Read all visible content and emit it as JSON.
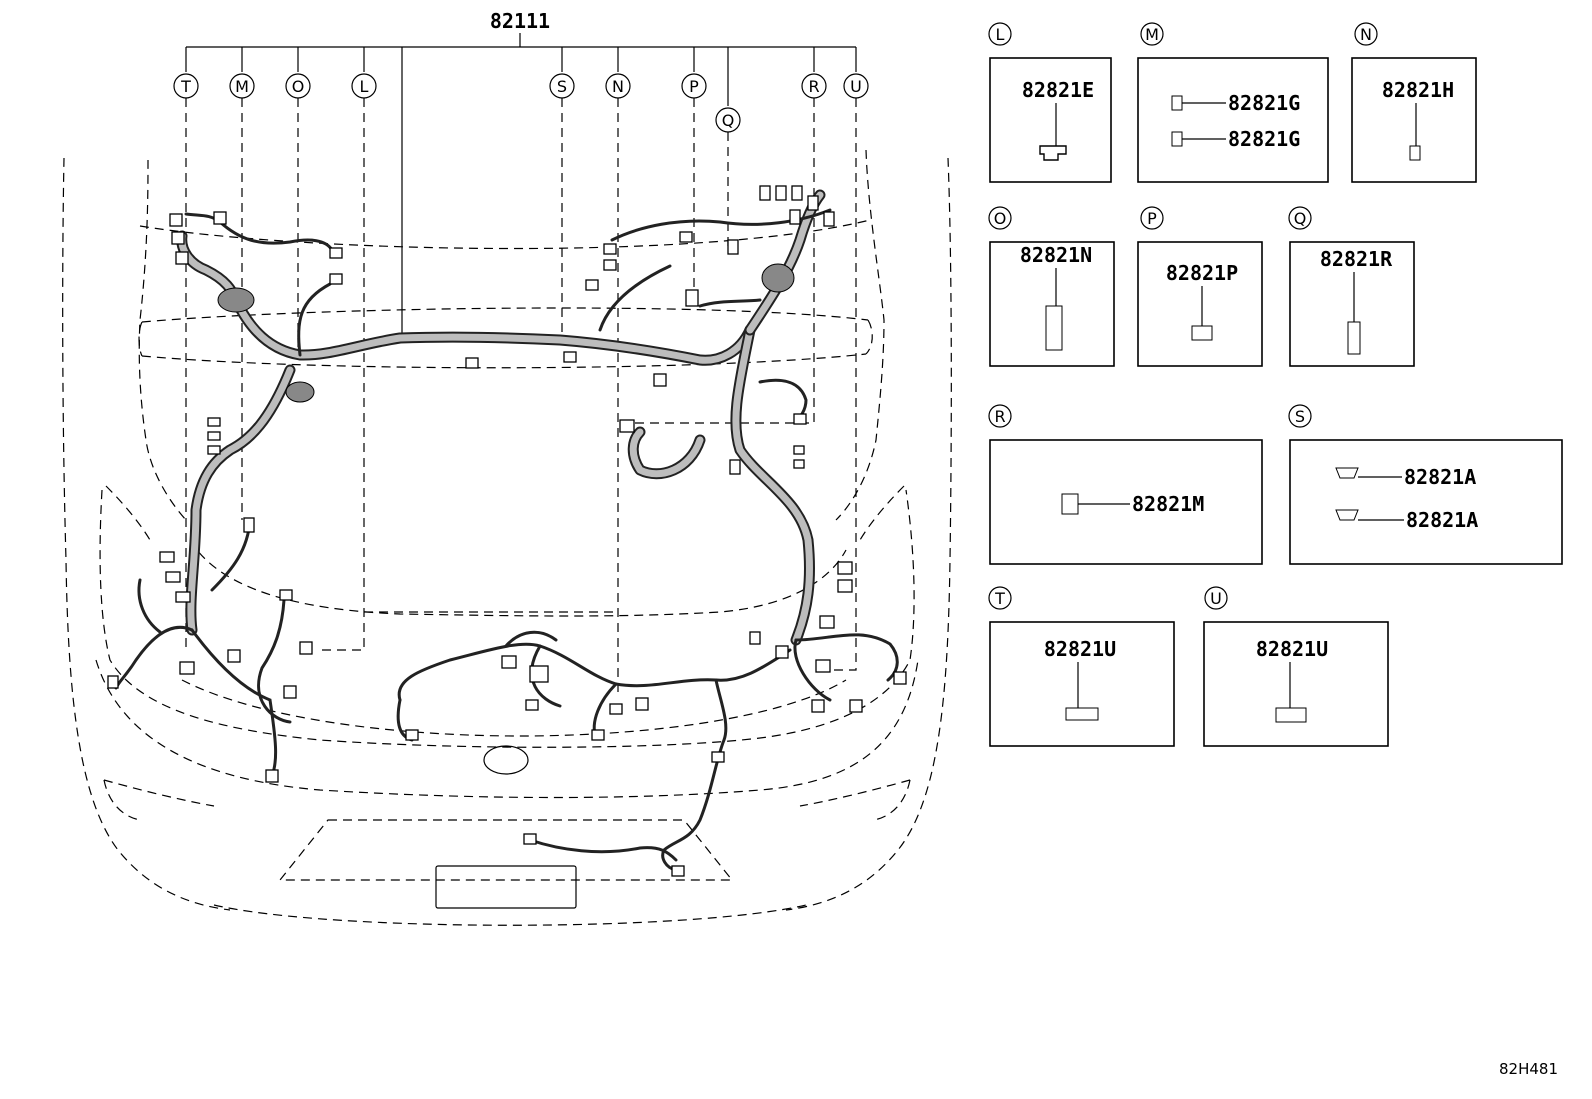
{
  "main_part_number": "82111",
  "callouts": [
    {
      "letter": "T"
    },
    {
      "letter": "M"
    },
    {
      "letter": "O"
    },
    {
      "letter": "L"
    },
    {
      "letter": "S"
    },
    {
      "letter": "N"
    },
    {
      "letter": "P"
    },
    {
      "letter": "Q"
    },
    {
      "letter": "R"
    },
    {
      "letter": "U"
    }
  ],
  "detail_boxes": [
    {
      "letter": "L",
      "parts": [
        "82821E"
      ]
    },
    {
      "letter": "M",
      "parts": [
        "82821G",
        "82821G"
      ]
    },
    {
      "letter": "N",
      "parts": [
        "82821H"
      ]
    },
    {
      "letter": "O",
      "parts": [
        "82821N"
      ]
    },
    {
      "letter": "P",
      "parts": [
        "82821P"
      ]
    },
    {
      "letter": "Q",
      "parts": [
        "82821R"
      ]
    },
    {
      "letter": "R",
      "parts": [
        "82821M"
      ]
    },
    {
      "letter": "S",
      "parts": [
        "82821A",
        "82821A"
      ]
    },
    {
      "letter": "T",
      "parts": [
        "82821U"
      ]
    },
    {
      "letter": "U",
      "parts": [
        "82821U"
      ]
    }
  ],
  "diagram_reference": "82H481"
}
